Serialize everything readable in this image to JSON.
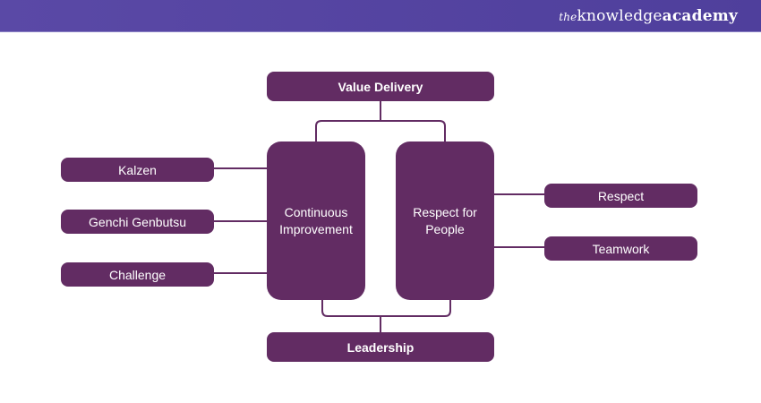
{
  "brand": {
    "logo_prefix": "the",
    "logo_knowledge": "knowledge",
    "logo_academy": "academy",
    "header_color": "#5a49a6"
  },
  "diagram": {
    "box_color": "#622c63",
    "top": "Value Delivery",
    "bottom": "Leadership",
    "pillars": {
      "left": "Continuous Improvement",
      "right": "Respect for People"
    },
    "left_items": [
      "Kalzen",
      "Genchi Genbutsu",
      "Challenge"
    ],
    "right_items": [
      "Respect",
      "Teamwork"
    ]
  }
}
